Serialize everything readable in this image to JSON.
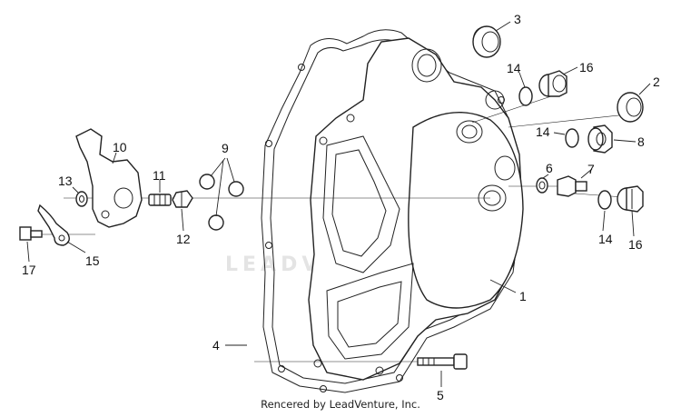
{
  "diagram": {
    "callouts": {
      "c1": "1",
      "c2": "2",
      "c3": "3",
      "c4": "4",
      "c5": "5",
      "c6": "6",
      "c7": "7",
      "c8": "8",
      "c9": "9",
      "c10": "10",
      "c11": "11",
      "c12": "12",
      "c13": "13",
      "c14a": "14",
      "c14b": "14",
      "c14c": "14",
      "c15": "15",
      "c16a": "16",
      "c16b": "16",
      "c17": "17"
    },
    "watermark": "LEADVENTURE",
    "footer": "Rencered by LeadVenture, Inc."
  }
}
